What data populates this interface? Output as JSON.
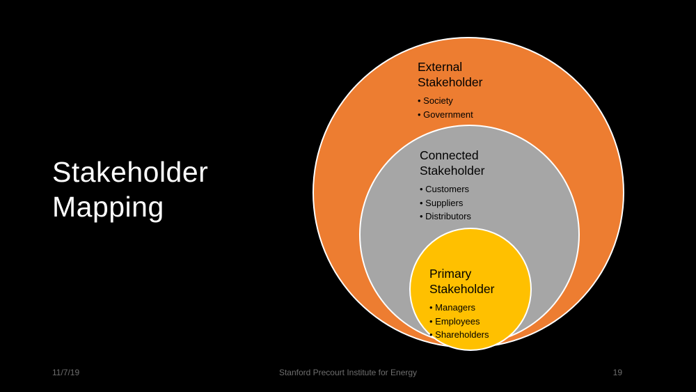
{
  "slide": {
    "title": "Stakeholder Mapping",
    "diagram": {
      "type": "nested-circles",
      "border_color": "#FFFFFF",
      "text_color": "#000000",
      "circles": [
        {
          "id": "external",
          "label": "External Stakeholder",
          "items": [
            "Society",
            "Government"
          ],
          "fill": "#ED7D31"
        },
        {
          "id": "connected",
          "label": "Connected Stakeholder",
          "items": [
            "Customers",
            "Suppliers",
            "Distributors"
          ],
          "fill": "#A6A6A6"
        },
        {
          "id": "primary",
          "label": "Primary Stakeholder",
          "items": [
            "Managers",
            "Employees",
            "Shareholders"
          ],
          "fill": "#FFC000"
        }
      ]
    },
    "footer": {
      "date": "11/7/19",
      "center": "Stanford Precourt Institute for Energy",
      "page_number": "19",
      "text_color": "#6E6E6E"
    },
    "colors": {
      "background": "#000000",
      "title_text": "#FFFFFF"
    }
  }
}
